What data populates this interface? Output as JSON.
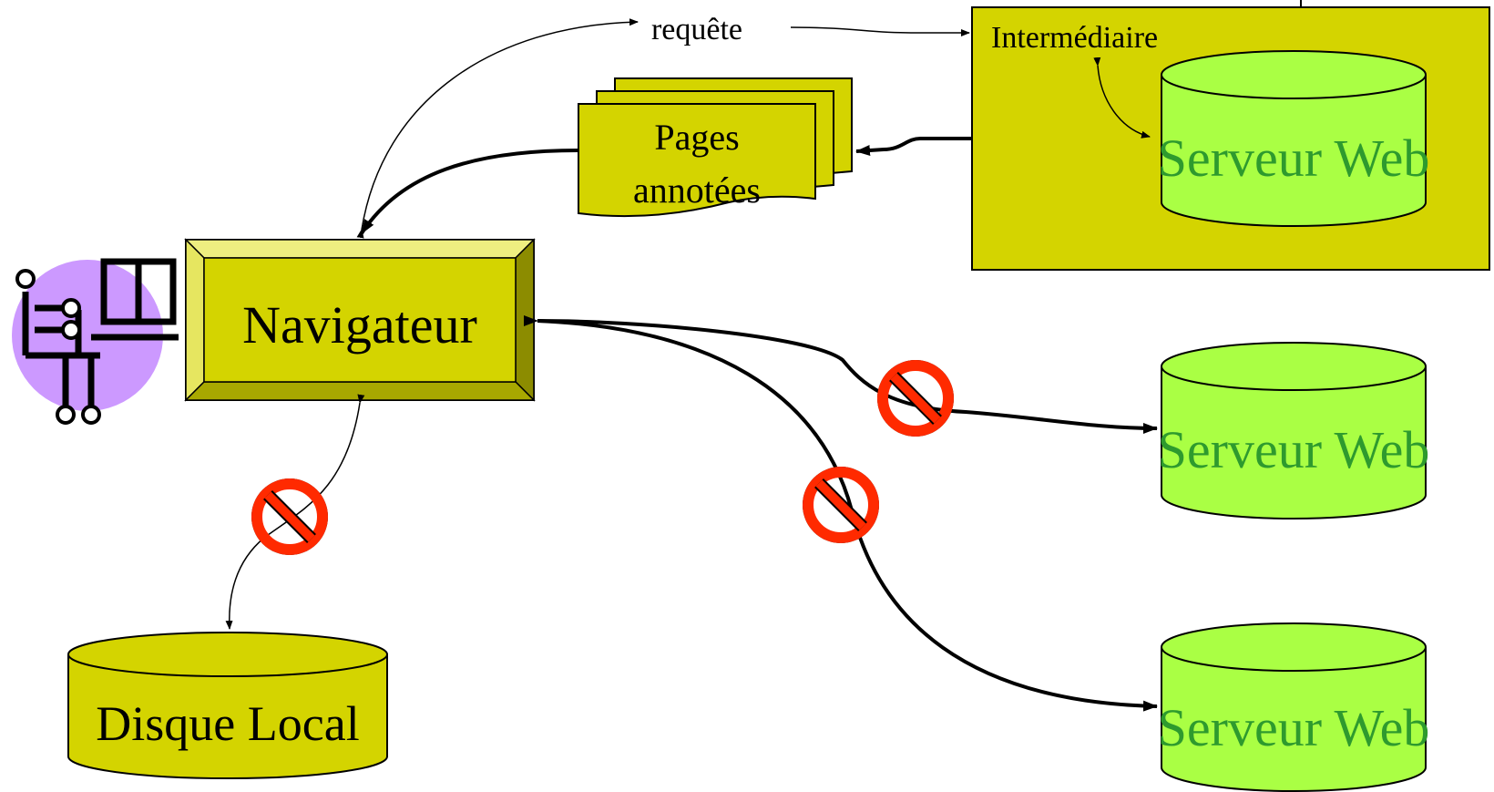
{
  "colors": {
    "olive": "#d4d400",
    "olive_dark": "#8c8c00",
    "olive_light": "#eeee80",
    "green_db": "#aaff44",
    "green_text": "#2e9a2e",
    "no_sign": "#ff2a00",
    "user_circle": "#cc99ff"
  },
  "diagram": {
    "proxy": {
      "label": "Intermédiaire"
    },
    "servers": [
      {
        "label": "Serveur Web"
      },
      {
        "label": "Serveur Web"
      },
      {
        "label": "Serveur Web"
      }
    ],
    "browser": {
      "label": "Navigateur"
    },
    "local_disk": {
      "label": "Disque Local"
    },
    "pages": {
      "line1": "Pages",
      "line2": "annotées"
    },
    "request": {
      "label": "requête"
    },
    "user_icon": "computer-user-icon",
    "blocked_icon": "no-entry-icon"
  }
}
